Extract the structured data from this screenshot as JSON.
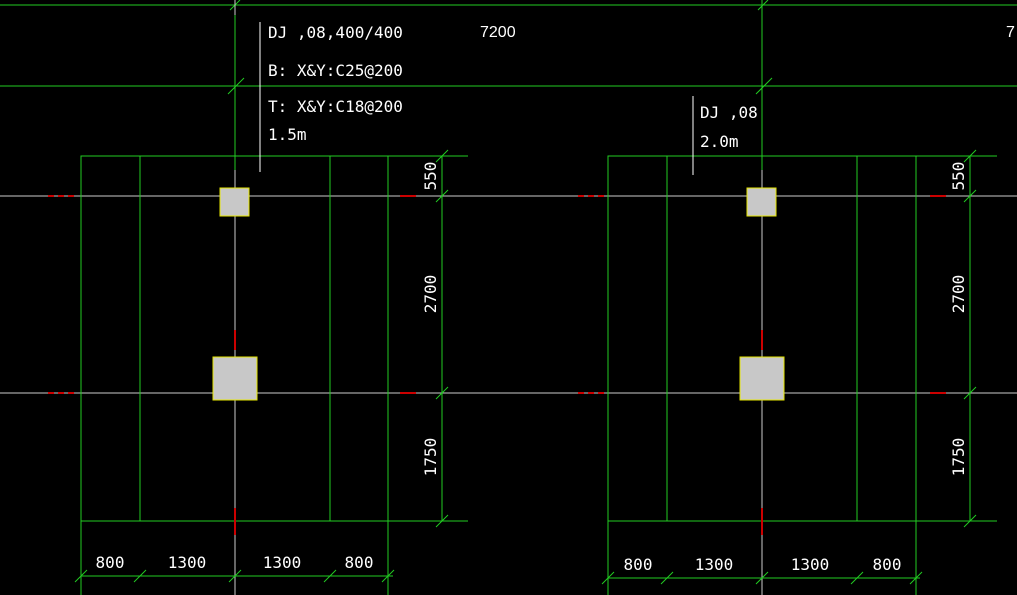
{
  "top_dimension": {
    "label": "7200",
    "cut_label": "7"
  },
  "left_footing": {
    "annotation": {
      "line1": "DJ ,08,400/400",
      "line2": "B: X&Y:C25@200",
      "line3": "T: X&Y:C18@200",
      "line4": "1.5m"
    },
    "dims_right": [
      "550",
      "2700",
      "1750"
    ],
    "dims_bottom": [
      "800",
      "1300",
      "1300",
      "800"
    ]
  },
  "right_footing": {
    "annotation": {
      "line1": "DJ ,08",
      "line2": "2.0m"
    },
    "dims_right": [
      "550",
      "2700",
      "1750"
    ],
    "dims_bottom": [
      "800",
      "1300",
      "1300",
      "800"
    ]
  },
  "colors": {
    "footing_line": "#22cc22",
    "axis_line": "#cccccc",
    "column_fill": "#c8c8c8",
    "column_border": "#e6e600",
    "marker_red": "#cc0000",
    "text": "#ffffff"
  }
}
